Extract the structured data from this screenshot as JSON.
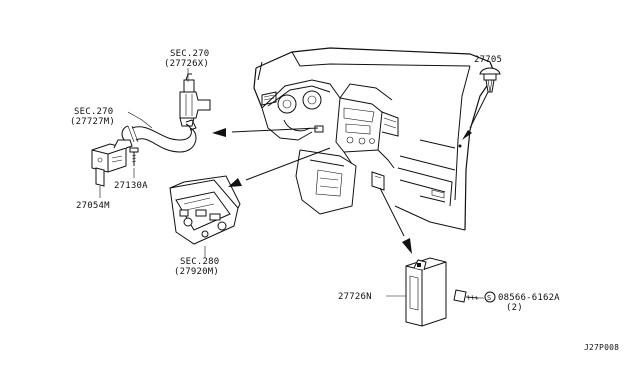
{
  "labels": {
    "sec270_top": "SEC.270",
    "part_27726x": "(27726X)",
    "sec270_left": "SEC.270",
    "part_27727m": "(27727M)",
    "part_27705": "27705",
    "part_27130a": "27130A",
    "part_27054m": "27054M",
    "sec280": "SEC.280",
    "part_27920m": "(27920M)",
    "part_27726n": "27726N",
    "screw_symbol": "S",
    "part_08566": "08566-6162A",
    "qty_2": "(2)",
    "diagram_code": "J27P008"
  }
}
